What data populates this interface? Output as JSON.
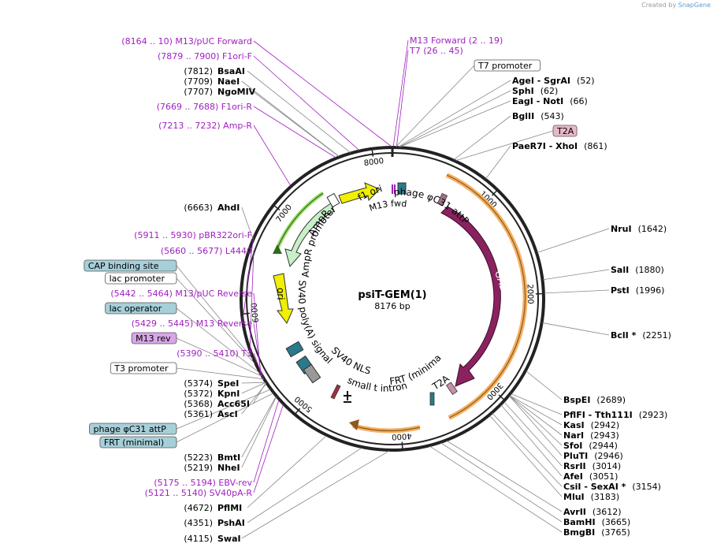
{
  "plasmid": {
    "name": "psiT-GEM(1)",
    "length": 8176,
    "length_label": "8176 bp"
  },
  "branding": {
    "created_by": "Created by",
    "brand": "SnapGene"
  },
  "ticks": [
    "1000",
    "2000",
    "3000",
    "4000",
    "5000",
    "6000",
    "7000",
    "8000"
  ],
  "colors": {
    "feature_purple": "#a020c0",
    "gal4": "#8b2260",
    "ampr": "#c8f0c8",
    "ori": "#f0f000",
    "f1ori": "#f0f000",
    "orange_outline": "#f5b060",
    "teal": "#2a7a8a",
    "label_box_blue": "#a6cfd9",
    "label_box_pink": "#e8b8c8",
    "label_box_purple": "#d8a6e8"
  },
  "feature_labels": {
    "f1_ori": "f1 ori",
    "m13_fwd": "M13 fwd",
    "phage_attp": "phage φC31 attP",
    "gal4": "GAL4",
    "ampr": "AmpR",
    "ampr_promoter": "AmpR promoter",
    "ori": "ori",
    "sv40_polya": "SV40 poly(A) signal",
    "sv40_nls": "SV40 NLS",
    "small_t": "small t intron",
    "frt_minimal": "FRT (minimal)",
    "t2a": "T2A"
  },
  "left_labels": [
    {
      "text": "(8164 .. 10)  M13/pUC Forward",
      "type": "primer"
    },
    {
      "text": "(7879 .. 7900)  F1ori-F",
      "type": "primer"
    },
    {
      "pos": "(7812)",
      "name": "BsaAI",
      "type": "enzyme"
    },
    {
      "pos": "(7709)",
      "name": "NaeI",
      "type": "enzyme"
    },
    {
      "pos": "(7707)",
      "name": "NgoMIV",
      "type": "enzyme"
    },
    {
      "text": "(7669 .. 7688)  F1ori-R",
      "type": "primer"
    },
    {
      "text": "(7213 .. 7232)  Amp-R",
      "type": "primer"
    },
    {
      "pos": "(6663)",
      "name": "AhdI",
      "type": "enzyme"
    },
    {
      "text": "(5911 .. 5930)  pBR322ori-F",
      "type": "primer"
    },
    {
      "text": "(5660 .. 5677)  L4440",
      "type": "primer"
    },
    {
      "text": "CAP binding site",
      "type": "box-blue"
    },
    {
      "text": "lac promoter",
      "type": "box-white"
    },
    {
      "text": "(5442 .. 5464)  M13/pUC Reverse",
      "type": "primer"
    },
    {
      "text": "lac operator",
      "type": "box-blue"
    },
    {
      "text": "(5429 .. 5445)  M13 Reverse",
      "type": "primer"
    },
    {
      "text": "M13 rev",
      "type": "box-purple"
    },
    {
      "text": "(5390 .. 5410)  T3",
      "type": "primer"
    },
    {
      "text": "T3 promoter",
      "type": "box-white"
    },
    {
      "pos": "(5374)",
      "name": "SpeI",
      "type": "enzyme"
    },
    {
      "pos": "(5372)",
      "name": "KpnI",
      "type": "enzyme"
    },
    {
      "pos": "(5368)",
      "name": "Acc65I",
      "type": "enzyme"
    },
    {
      "pos": "(5361)",
      "name": "AscI",
      "type": "enzyme"
    },
    {
      "text": "phage φC31 attP",
      "type": "box-blue"
    },
    {
      "text": "FRT (minimal)",
      "type": "box-blue"
    },
    {
      "pos": "(5223)",
      "name": "BmtI",
      "type": "enzyme"
    },
    {
      "pos": "(5219)",
      "name": "NheI",
      "type": "enzyme"
    },
    {
      "text": "(5175 .. 5194)  EBV-rev",
      "type": "primer"
    },
    {
      "text": "(5121 .. 5140)  SV40pA-R",
      "type": "primer"
    },
    {
      "pos": "(4672)",
      "name": "PflMI",
      "type": "enzyme"
    },
    {
      "pos": "(4351)",
      "name": "PshAI",
      "type": "enzyme"
    },
    {
      "pos": "(4115)",
      "name": "SwaI",
      "type": "enzyme"
    }
  ],
  "right_labels": [
    {
      "text": "M13 Forward    (2 .. 19)",
      "type": "primer"
    },
    {
      "text": "T7     (26 .. 45)",
      "type": "primer"
    },
    {
      "text": "T7 promoter",
      "type": "box-white"
    },
    {
      "name": "AgeI",
      "extra": " - SgrAI",
      "pos": "(52)",
      "type": "enzyme"
    },
    {
      "name": "SphI",
      "extra": "",
      "pos": "(62)",
      "type": "enzyme"
    },
    {
      "name": "EagI",
      "extra": " - NotI",
      "pos": "(66)",
      "type": "enzyme"
    },
    {
      "name": "BglII",
      "extra": "",
      "pos": "(543)",
      "type": "enzyme"
    },
    {
      "text": "T2A",
      "type": "box-pink"
    },
    {
      "name": "PaeR7I",
      "extra": " - XhoI",
      "pos": "(861)",
      "type": "enzyme"
    },
    {
      "name": "NruI",
      "extra": "",
      "pos": "(1642)",
      "type": "enzyme"
    },
    {
      "name": "SalI",
      "extra": "",
      "pos": "(1880)",
      "type": "enzyme"
    },
    {
      "name": "PstI",
      "extra": "",
      "pos": "(1996)",
      "type": "enzyme"
    },
    {
      "name": "BclI *",
      "extra": "",
      "pos": "(2251)",
      "type": "enzyme"
    },
    {
      "name": "BspEI",
      "extra": "",
      "pos": "(2689)",
      "type": "enzyme"
    },
    {
      "name": "PflFI",
      "extra": " - Tth111I",
      "pos": "(2923)",
      "type": "enzyme"
    },
    {
      "name": "KasI",
      "extra": "",
      "pos": "(2942)",
      "type": "enzyme"
    },
    {
      "name": "NarI",
      "extra": "",
      "pos": "(2943)",
      "type": "enzyme"
    },
    {
      "name": "SfoI",
      "extra": "",
      "pos": "(2944)",
      "type": "enzyme"
    },
    {
      "name": "PluTI",
      "extra": "",
      "pos": "(2946)",
      "type": "enzyme"
    },
    {
      "name": "RsrII",
      "extra": "",
      "pos": "(3014)",
      "type": "enzyme"
    },
    {
      "name": "AfeI",
      "extra": "",
      "pos": "(3051)",
      "type": "enzyme"
    },
    {
      "name": "CsiI",
      "extra": " - SexAI *",
      "pos": "(3154)",
      "type": "enzyme"
    },
    {
      "name": "MluI",
      "extra": "",
      "pos": "(3183)",
      "type": "enzyme"
    },
    {
      "name": "AvrII",
      "extra": "",
      "pos": "(3612)",
      "type": "enzyme"
    },
    {
      "name": "BamHI",
      "extra": "",
      "pos": "(3665)",
      "type": "enzyme"
    },
    {
      "name": "BmgBI",
      "extra": "",
      "pos": "(3765)",
      "type": "enzyme"
    }
  ]
}
